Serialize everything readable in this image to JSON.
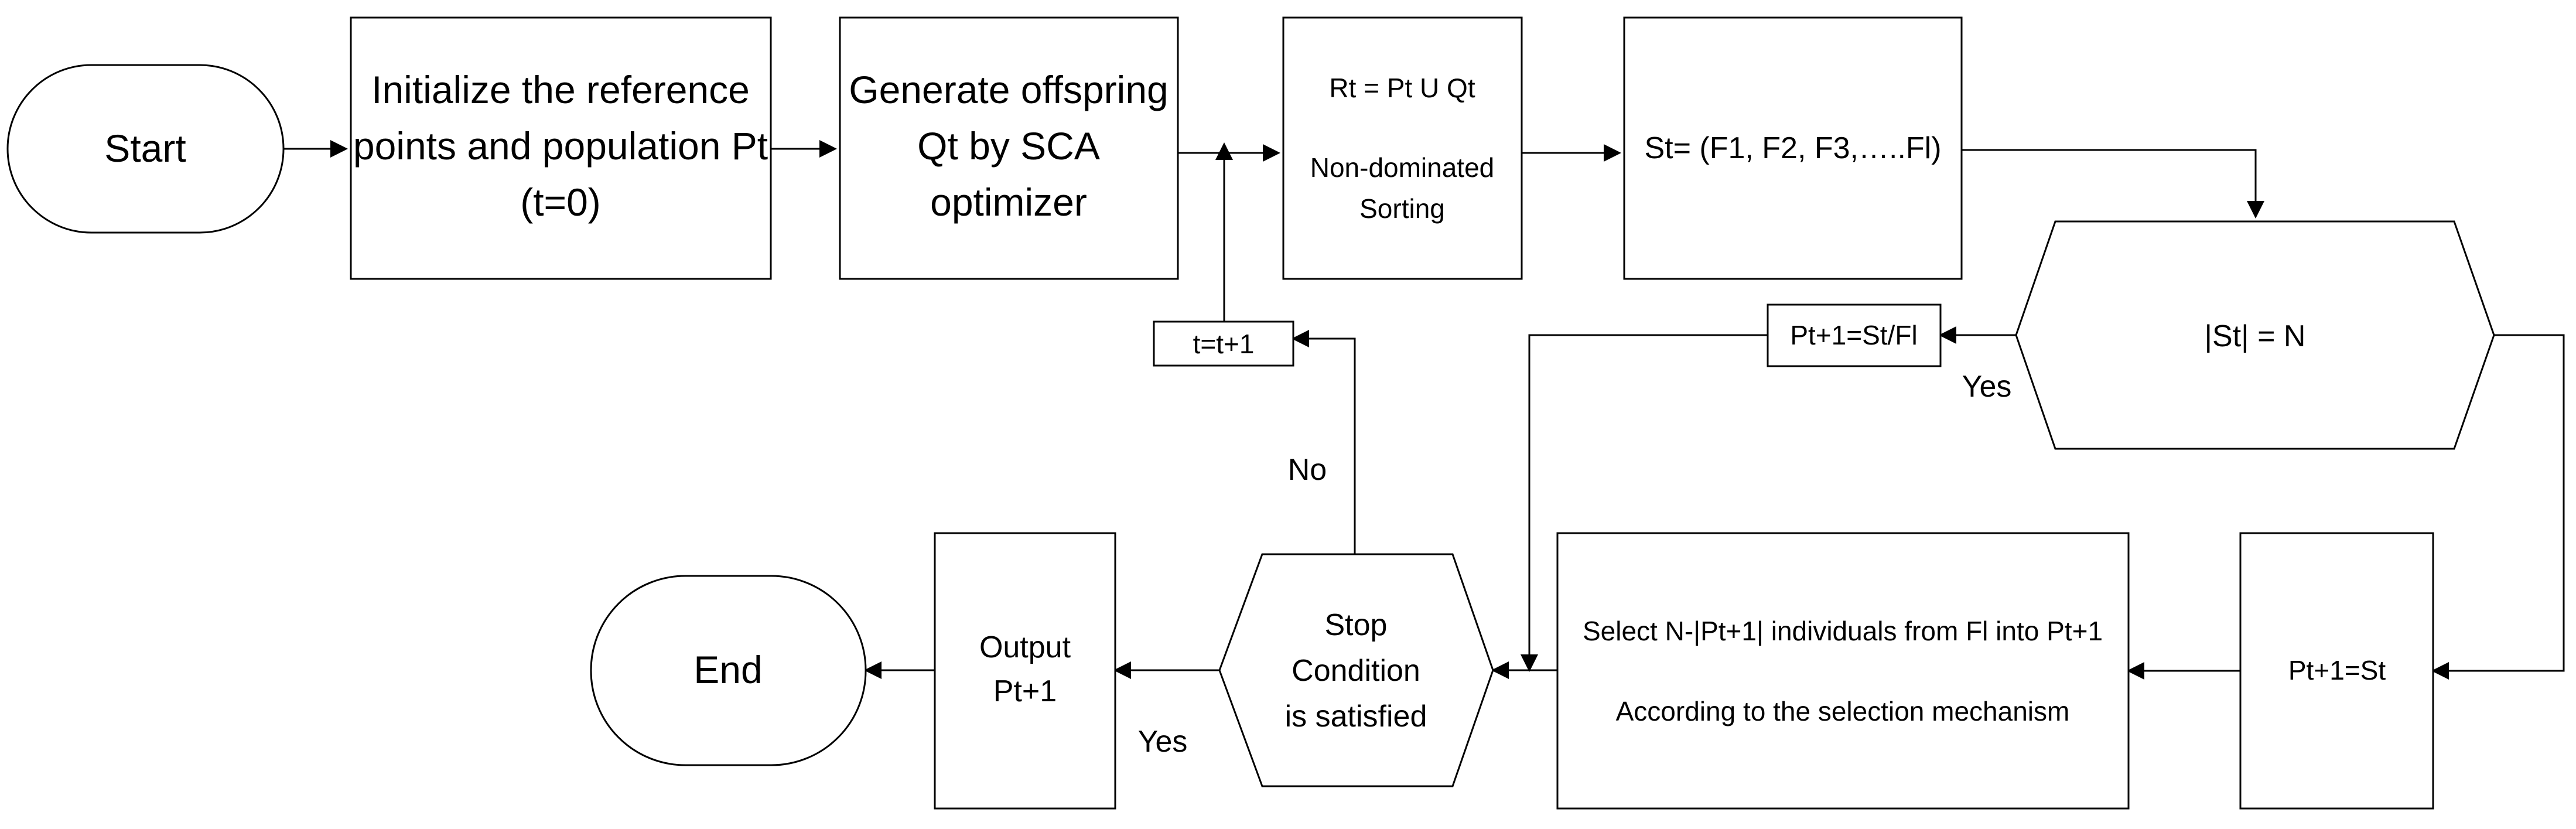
{
  "nodes": {
    "start": {
      "label": "Start"
    },
    "init": {
      "lines": [
        "Initialize the reference",
        "points and population Pt",
        "(t=0)"
      ]
    },
    "generate": {
      "lines": [
        "Generate offspring",
        "Qt by SCA",
        "optimizer"
      ]
    },
    "union": {
      "line1": "Rt = Pt U Qt",
      "line2": "Non-dominated",
      "line3": "Sorting"
    },
    "st_front": {
      "label": "St= (F1, F2, F3,…..Fl)"
    },
    "decision_size": {
      "label": "|St| = N"
    },
    "assign_st_minus_fl": {
      "label": "Pt+1=St/Fl"
    },
    "increment": {
      "label": "t=t+1"
    },
    "assign_st": {
      "label": "Pt+1=St"
    },
    "select": {
      "line1": "Select N-|Pt+1| individuals from Fl into Pt+1",
      "line2": "According to the selection mechanism"
    },
    "stop": {
      "lines": [
        "Stop",
        "Condition",
        "is satisfied"
      ]
    },
    "output": {
      "lines": [
        "Output",
        "Pt+1"
      ]
    },
    "end": {
      "label": "End"
    }
  },
  "edge_labels": {
    "size_yes": "Yes",
    "stop_no": "No",
    "stop_yes": "Yes"
  }
}
